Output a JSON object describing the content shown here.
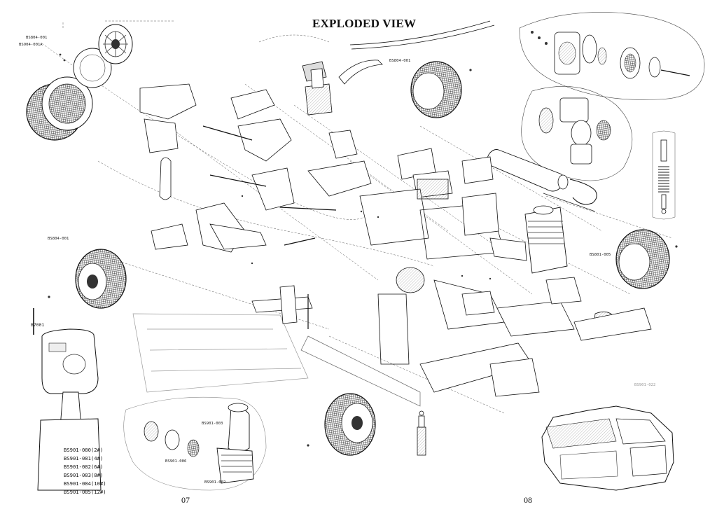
{
  "title": "EXPLODED VIEW",
  "page_numbers": {
    "left": "07",
    "right": "08"
  },
  "model_list": [
    "BS901-080(2#)",
    "BS901-081(4#)",
    "BS901-082(6#)",
    "BS901-083(8#)",
    "BS901-084(10#)",
    "BS901-085(12#)"
  ],
  "callouts": {
    "tire_set_top_a": "BS804-001",
    "tire_set_top_b": "BS904-001A",
    "remote_code": "B7001",
    "mid_left_tire": "BS804-001",
    "top_right_wheel": "BS804-001",
    "right_tire": "BS801-005",
    "body_shell": "BS901-022",
    "engine_top": "BS901-003",
    "engine_bottom": "BS901-002",
    "engine_side": "BS901-006"
  }
}
